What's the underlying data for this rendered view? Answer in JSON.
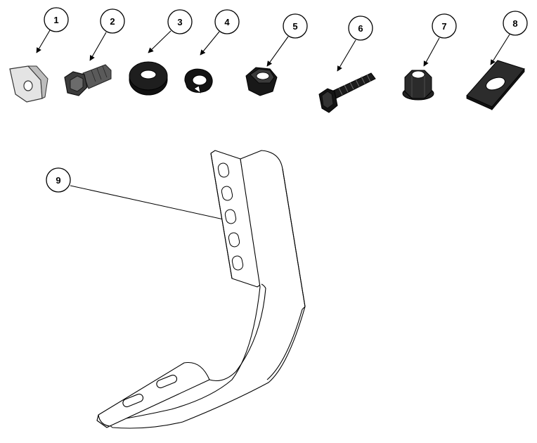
{
  "callouts": [
    {
      "label": "1",
      "part": "clip-nut"
    },
    {
      "label": "2",
      "part": "hex-bolt"
    },
    {
      "label": "3",
      "part": "flat-washer"
    },
    {
      "label": "4",
      "part": "split-lock-washer"
    },
    {
      "label": "5",
      "part": "hex-nut"
    },
    {
      "label": "6",
      "part": "hex-bolt-threaded"
    },
    {
      "label": "7",
      "part": "flange-nut"
    },
    {
      "label": "8",
      "part": "square-plate-washer"
    },
    {
      "label": "9",
      "part": "bracket"
    }
  ]
}
